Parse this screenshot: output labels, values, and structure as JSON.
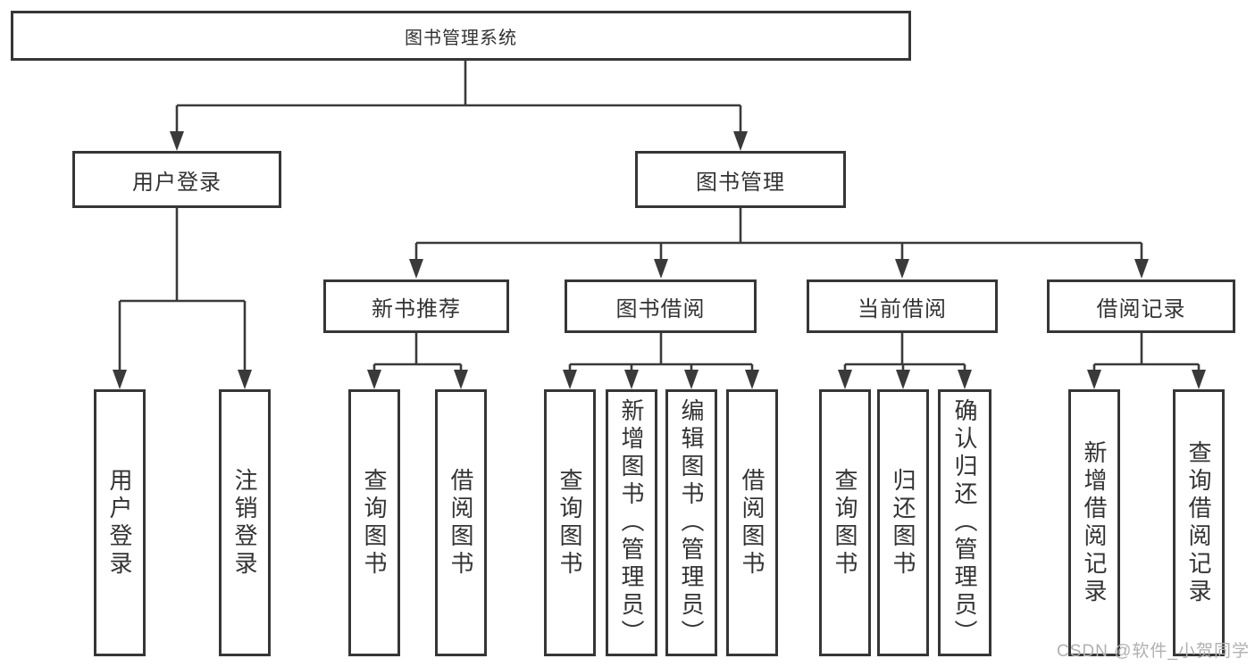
{
  "tree": {
    "root": "图书管理系统",
    "login_branch": {
      "label": "用户登录",
      "children": [
        "用户登录",
        "注销登录"
      ]
    },
    "mgmt_branch": {
      "label": "图书管理",
      "groups": [
        {
          "label": "新书推荐",
          "children": [
            "查询图书",
            "借阅图书"
          ]
        },
        {
          "label": "图书借阅",
          "children": [
            "查询图书",
            "新增图书（管理员）",
            "编辑图书（管理员）",
            "借阅图书"
          ]
        },
        {
          "label": "当前借阅",
          "children": [
            "查询图书",
            "归还图书",
            "确认归还（管理员）"
          ]
        },
        {
          "label": "借阅记录",
          "children": [
            "新增借阅记录",
            "查询借阅记录"
          ]
        }
      ]
    }
  },
  "watermark": "CSDN @软件_小贺同学",
  "colors": {
    "line": "#3a3a3a",
    "box_border": "#363636",
    "text": "#333333",
    "watermark": "#b0b0b0",
    "background": "#ffffff"
  }
}
